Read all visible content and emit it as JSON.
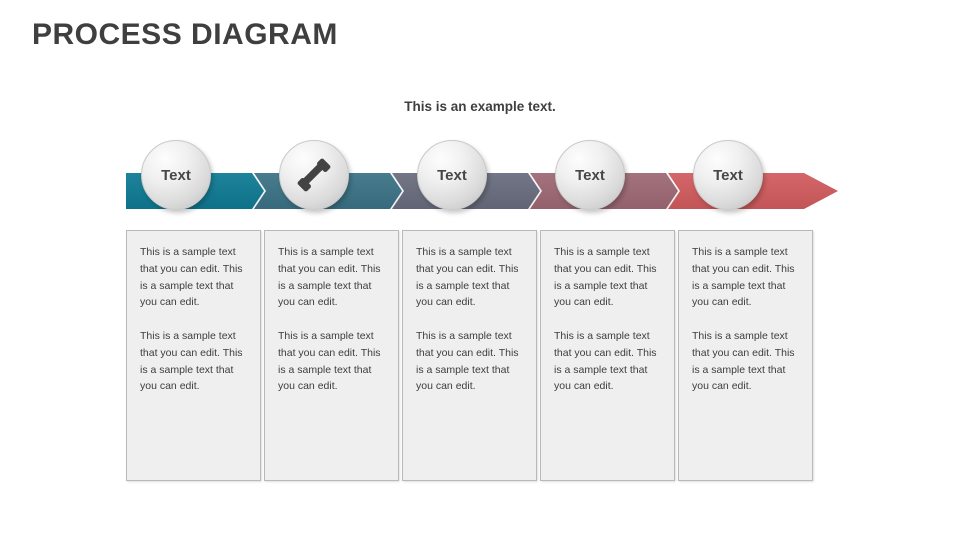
{
  "slide": {
    "title": "PROCESS DIAGRAM",
    "subtitle": "This is an example text.",
    "background_color": "#ffffff",
    "title_color": "#3f3f3f"
  },
  "banner": {
    "arrow_tip_label": "process-arrow",
    "separator_color": "#ffffff",
    "segments": [
      {
        "index": 1,
        "color": "#0e7a93"
      },
      {
        "index": 2,
        "color": "#3a7285"
      },
      {
        "index": 3,
        "color": "#686c7d"
      },
      {
        "index": 4,
        "color": "#9d6874"
      },
      {
        "index": 5,
        "color": "#d15b5e"
      }
    ]
  },
  "steps": [
    {
      "id": "step-1",
      "node_kind": "text",
      "node_label": "Text",
      "icon": "",
      "paragraphs": [
        "This is a sample text that you can edit. This is a sample text that you can edit.",
        "This is a sample text that you can edit. This is a sample text that you can edit."
      ]
    },
    {
      "id": "step-2",
      "node_kind": "icon",
      "node_label": "",
      "icon": "telephone-handset-icon",
      "paragraphs": [
        "This is a sample text that you can edit. This is a sample text that you can edit.",
        "This is a sample text that you can edit. This is a sample text that you can edit."
      ]
    },
    {
      "id": "step-3",
      "node_kind": "text",
      "node_label": "Text",
      "icon": "",
      "paragraphs": [
        "This is a sample text that you can edit. This is a sample text that you can edit.",
        "This is a sample text that you can edit. This is a sample text that you can edit."
      ]
    },
    {
      "id": "step-4",
      "node_kind": "text",
      "node_label": "Text",
      "icon": "",
      "paragraphs": [
        "This is a sample text that you can edit. This is a sample text that you can edit.",
        "This is a sample text that you can edit. This is a sample text that you can edit."
      ]
    },
    {
      "id": "step-5",
      "node_kind": "text",
      "node_label": "Text",
      "icon": "",
      "paragraphs": [
        "This is a sample text that you can edit. This is a sample text that you can edit.",
        "This is a sample text that you can edit. This is a sample text that you can edit."
      ]
    }
  ]
}
